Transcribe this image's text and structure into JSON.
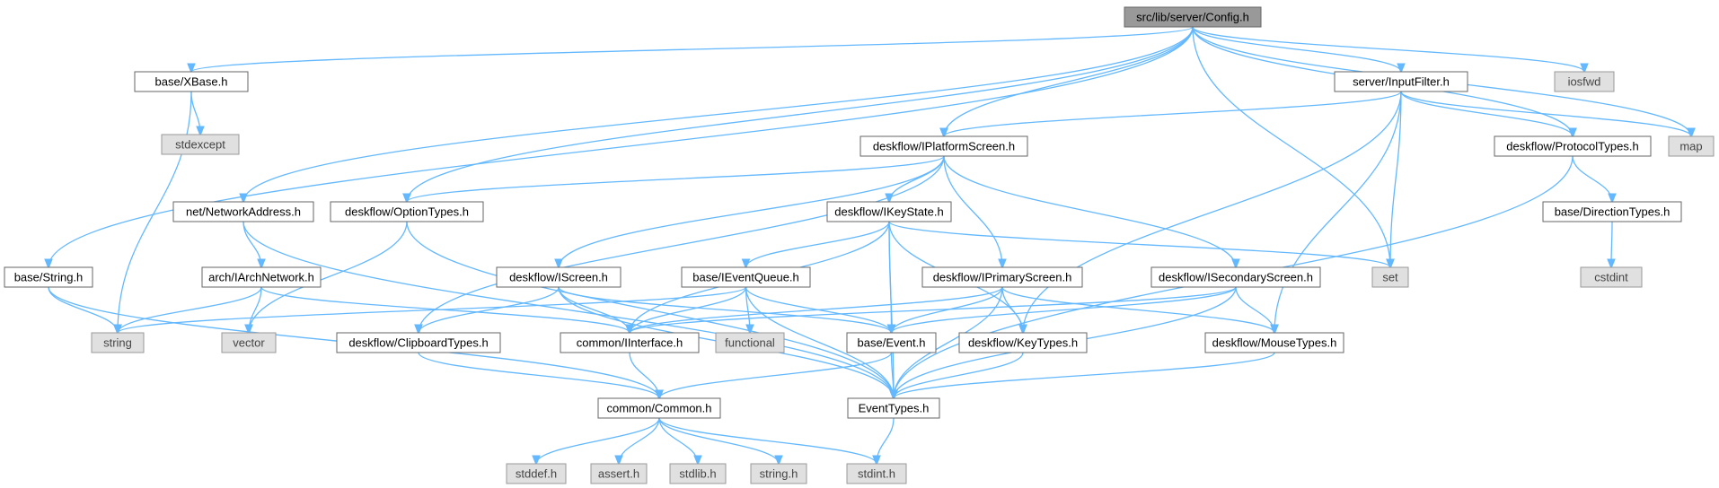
{
  "diagram": {
    "title": "",
    "nodes": [
      {
        "id": "config",
        "label": "src/lib/server/Config.h",
        "kind": "root"
      },
      {
        "id": "xbase",
        "label": "base/XBase.h",
        "kind": "file"
      },
      {
        "id": "stdexcept",
        "label": "stdexcept",
        "kind": "system"
      },
      {
        "id": "inputfilter",
        "label": "server/InputFilter.h",
        "kind": "file"
      },
      {
        "id": "iosfwd",
        "label": "iosfwd",
        "kind": "system"
      },
      {
        "id": "map",
        "label": "map",
        "kind": "system"
      },
      {
        "id": "iplatformscreen",
        "label": "deskflow/IPlatformScreen.h",
        "kind": "file"
      },
      {
        "id": "protocoltypes",
        "label": "deskflow/ProtocolTypes.h",
        "kind": "file"
      },
      {
        "id": "networkaddress",
        "label": "net/NetworkAddress.h",
        "kind": "file"
      },
      {
        "id": "optiontypes",
        "label": "deskflow/OptionTypes.h",
        "kind": "file"
      },
      {
        "id": "ikeystate",
        "label": "deskflow/IKeyState.h",
        "kind": "file"
      },
      {
        "id": "directiontypes",
        "label": "base/DirectionTypes.h",
        "kind": "file"
      },
      {
        "id": "set",
        "label": "set",
        "kind": "system"
      },
      {
        "id": "cstdint",
        "label": "cstdint",
        "kind": "system"
      },
      {
        "id": "stringh_base",
        "label": "base/String.h",
        "kind": "file"
      },
      {
        "id": "iarchnetwork",
        "label": "arch/IArchNetwork.h",
        "kind": "file"
      },
      {
        "id": "iscreen",
        "label": "deskflow/IScreen.h",
        "kind": "file"
      },
      {
        "id": "ieventqueue",
        "label": "base/IEventQueue.h",
        "kind": "file"
      },
      {
        "id": "iprimaryscreen",
        "label": "deskflow/IPrimaryScreen.h",
        "kind": "file"
      },
      {
        "id": "isecondaryscreen",
        "label": "deskflow/ISecondaryScreen.h",
        "kind": "file"
      },
      {
        "id": "string",
        "label": "string",
        "kind": "system"
      },
      {
        "id": "vector",
        "label": "vector",
        "kind": "system"
      },
      {
        "id": "clipboardtypes",
        "label": "deskflow/ClipboardTypes.h",
        "kind": "file"
      },
      {
        "id": "iinterface",
        "label": "common/IInterface.h",
        "kind": "file"
      },
      {
        "id": "functional",
        "label": "functional",
        "kind": "system"
      },
      {
        "id": "event",
        "label": "base/Event.h",
        "kind": "file"
      },
      {
        "id": "keytypes",
        "label": "deskflow/KeyTypes.h",
        "kind": "file"
      },
      {
        "id": "mousetypes",
        "label": "deskflow/MouseTypes.h",
        "kind": "file"
      },
      {
        "id": "common",
        "label": "common/Common.h",
        "kind": "file"
      },
      {
        "id": "eventtypes",
        "label": "EventTypes.h",
        "kind": "file"
      },
      {
        "id": "stddef",
        "label": "stddef.h",
        "kind": "system"
      },
      {
        "id": "assert",
        "label": "assert.h",
        "kind": "system"
      },
      {
        "id": "stdlib",
        "label": "stdlib.h",
        "kind": "system"
      },
      {
        "id": "stringh",
        "label": "string.h",
        "kind": "system"
      },
      {
        "id": "stdint",
        "label": "stdint.h",
        "kind": "system"
      }
    ],
    "edges": [
      [
        "config",
        "xbase"
      ],
      [
        "config",
        "stringh_base"
      ],
      [
        "config",
        "networkaddress"
      ],
      [
        "config",
        "optiontypes"
      ],
      [
        "config",
        "iplatformscreen"
      ],
      [
        "config",
        "set"
      ],
      [
        "config",
        "inputfilter"
      ],
      [
        "config",
        "protocoltypes"
      ],
      [
        "config",
        "map"
      ],
      [
        "config",
        "iosfwd"
      ],
      [
        "xbase",
        "stdexcept"
      ],
      [
        "xbase",
        "string"
      ],
      [
        "inputfilter",
        "iplatformscreen"
      ],
      [
        "inputfilter",
        "protocoltypes"
      ],
      [
        "inputfilter",
        "map"
      ],
      [
        "inputfilter",
        "set"
      ],
      [
        "inputfilter",
        "keytypes"
      ],
      [
        "inputfilter",
        "mousetypes"
      ],
      [
        "iplatformscreen",
        "optiontypes"
      ],
      [
        "iplatformscreen",
        "ikeystate"
      ],
      [
        "iplatformscreen",
        "iscreen"
      ],
      [
        "iplatformscreen",
        "iprimaryscreen"
      ],
      [
        "iplatformscreen",
        "isecondaryscreen"
      ],
      [
        "iplatformscreen",
        "clipboardtypes"
      ],
      [
        "protocoltypes",
        "directiontypes"
      ],
      [
        "protocoltypes",
        "eventtypes"
      ],
      [
        "directiontypes",
        "cstdint"
      ],
      [
        "networkaddress",
        "iarchnetwork"
      ],
      [
        "networkaddress",
        "eventtypes"
      ],
      [
        "optiontypes",
        "vector"
      ],
      [
        "optiontypes",
        "eventtypes"
      ],
      [
        "ikeystate",
        "ieventqueue"
      ],
      [
        "ikeystate",
        "iinterface"
      ],
      [
        "ikeystate",
        "set"
      ],
      [
        "ikeystate",
        "event"
      ],
      [
        "ikeystate",
        "keytypes"
      ],
      [
        "ikeystate",
        "eventtypes"
      ],
      [
        "stringh_base",
        "string"
      ],
      [
        "stringh_base",
        "common"
      ],
      [
        "iarchnetwork",
        "string"
      ],
      [
        "iarchnetwork",
        "vector"
      ],
      [
        "iarchnetwork",
        "iinterface"
      ],
      [
        "iscreen",
        "clipboardtypes"
      ],
      [
        "iscreen",
        "iinterface"
      ],
      [
        "iscreen",
        "event"
      ],
      [
        "iscreen",
        "eventtypes"
      ],
      [
        "ieventqueue",
        "string"
      ],
      [
        "ieventqueue",
        "iinterface"
      ],
      [
        "ieventqueue",
        "functional"
      ],
      [
        "ieventqueue",
        "event"
      ],
      [
        "ieventqueue",
        "eventtypes"
      ],
      [
        "iprimaryscreen",
        "iinterface"
      ],
      [
        "iprimaryscreen",
        "event"
      ],
      [
        "iprimaryscreen",
        "keytypes"
      ],
      [
        "iprimaryscreen",
        "mousetypes"
      ],
      [
        "iprimaryscreen",
        "eventtypes"
      ],
      [
        "isecondaryscreen",
        "iinterface"
      ],
      [
        "isecondaryscreen",
        "event"
      ],
      [
        "isecondaryscreen",
        "mousetypes"
      ],
      [
        "isecondaryscreen",
        "eventtypes"
      ],
      [
        "clipboardtypes",
        "common"
      ],
      [
        "iinterface",
        "common"
      ],
      [
        "event",
        "common"
      ],
      [
        "event",
        "eventtypes"
      ],
      [
        "keytypes",
        "eventtypes"
      ],
      [
        "mousetypes",
        "eventtypes"
      ],
      [
        "eventtypes",
        "stdint"
      ],
      [
        "common",
        "stddef"
      ],
      [
        "common",
        "assert"
      ],
      [
        "common",
        "stdlib"
      ],
      [
        "common",
        "stringh"
      ],
      [
        "common",
        "stdint"
      ]
    ],
    "colors": {
      "edge": "#63b8ff",
      "file_fill": "#ffffff",
      "system_fill": "#e0e0e0",
      "root_fill": "#999999",
      "border": "#666666"
    }
  }
}
